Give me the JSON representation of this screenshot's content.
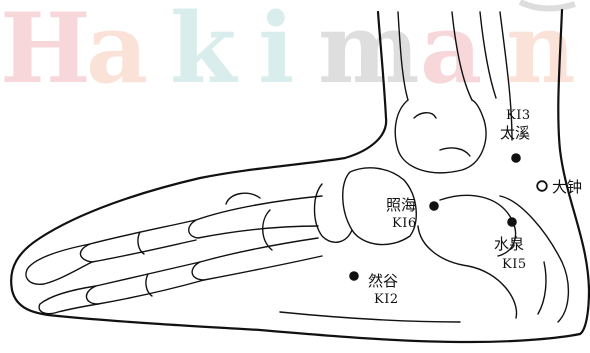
{
  "watermark": {
    "text": "Hakiman",
    "letters": [
      "H",
      "a",
      "k",
      "i",
      "m",
      "a",
      "n"
    ],
    "colors": [
      "#e8848e",
      "#f1a78c",
      "#8ccdc5",
      "#8ccdc5",
      "#9a9a9a",
      "#e8848e",
      "#f1a78c"
    ]
  },
  "points": [
    {
      "id": "taixi",
      "name": "太溪",
      "code": "KI3",
      "marker": "filled"
    },
    {
      "id": "dazhong",
      "name": "大钟",
      "marker": "hollow"
    },
    {
      "id": "zhaohai",
      "name": "照海",
      "code": "KI6",
      "marker": "filled"
    },
    {
      "id": "shuiquan",
      "name": "水泉",
      "code": "KI5",
      "marker": "filled"
    },
    {
      "id": "rangu",
      "name": "然谷",
      "code": "KI2",
      "marker": "filled"
    }
  ]
}
